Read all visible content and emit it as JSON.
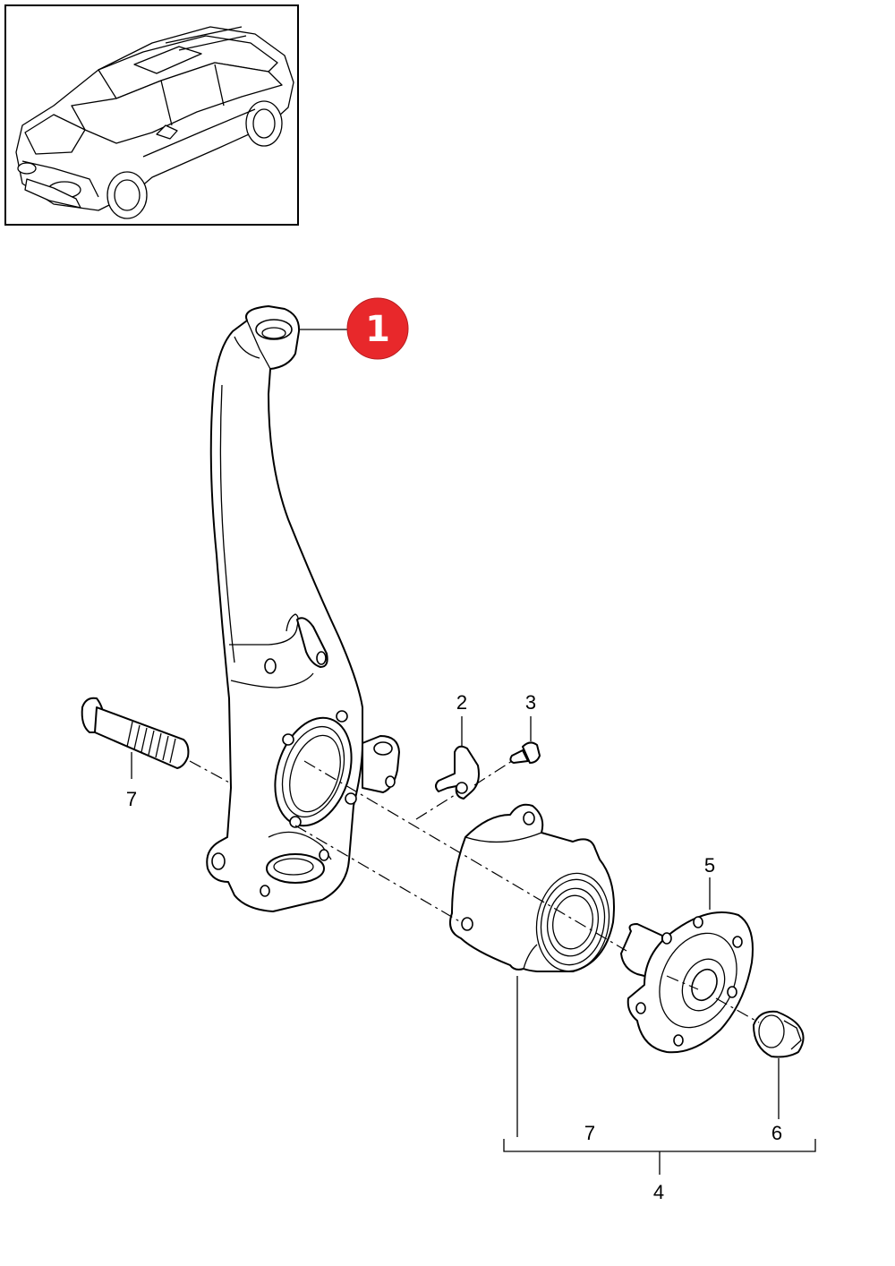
{
  "callouts": {
    "badge": "1",
    "sensor": "2",
    "sensor_bolt": "3",
    "bolt": "7",
    "hub": "5",
    "nut": "6",
    "kit_left": "7",
    "kit": "4"
  },
  "colors": {
    "badge": "#e8282b",
    "line": "#000000",
    "background": "#ffffff"
  },
  "icons": {
    "vehicle": "suv-thumbnail-icon",
    "badge": "red-circle-badge"
  }
}
